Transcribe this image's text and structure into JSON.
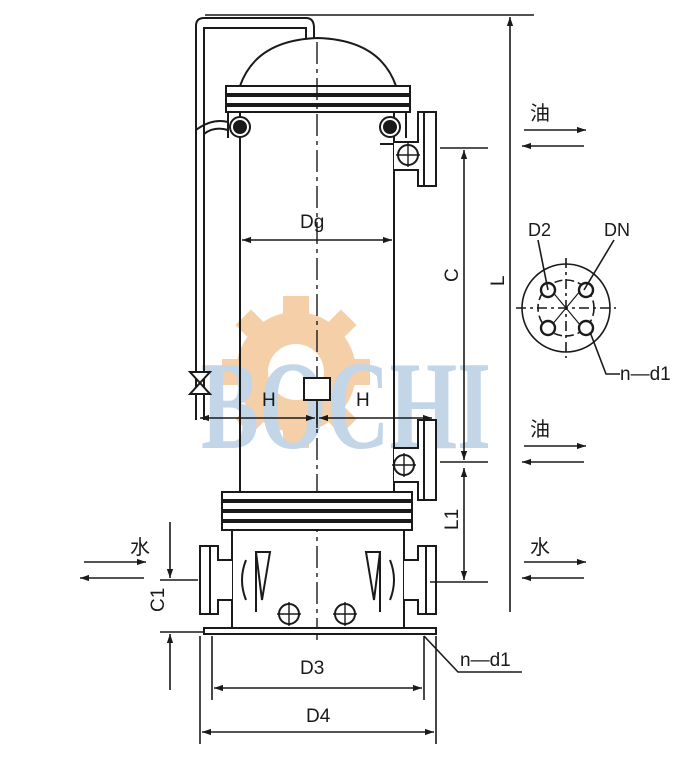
{
  "watermark": {
    "text": "BOCHI",
    "color": "#b8cfe3",
    "gear_color": "#f3c79a"
  },
  "labels": {
    "dg": "Dg",
    "h_left": "H",
    "h_right": "H",
    "c": "C",
    "l": "L",
    "l1": "L1",
    "c1": "C1",
    "d3": "D3",
    "d4": "D4",
    "nd1_bottom": "n—d1",
    "nd1_flange": "n—d1",
    "d2": "D2",
    "dn": "DN",
    "oil_top": "油",
    "oil_mid": "油",
    "water_left": "水",
    "water_right": "水"
  },
  "colors": {
    "line": "#1a1a1a",
    "background": "#ffffff"
  }
}
